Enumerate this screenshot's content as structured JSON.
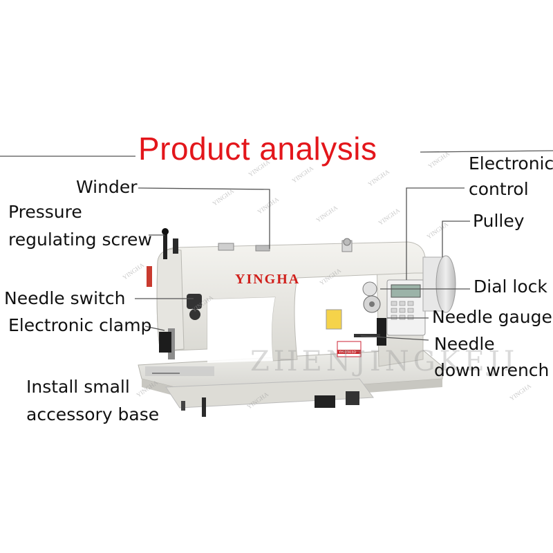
{
  "title": "Product analysis",
  "brand": "YINGHA",
  "model_plate": "YH-0303D",
  "watermark_large": "ZHENJINGKEJI",
  "watermark_small": "YINGHA",
  "labels": {
    "winder": "Winder",
    "pressure_1": "Pressure",
    "pressure_2": "regulating screw",
    "needle_switch": "Needle switch",
    "electronic_clamp": "Electronic clamp",
    "install_1": "Install small",
    "install_2": "accessory base",
    "electronic_1": "Electronic",
    "electronic_2": "control",
    "pulley": "Pulley",
    "dial_lock": "Dial lock",
    "needle_gauge": "Needle gauge",
    "needle_down_1": "Needle",
    "needle_down_2": "down wrench"
  },
  "colors": {
    "title": "#e3161b",
    "machine_body": "#ecebe6",
    "brand_text": "#d0201c",
    "leader_line": "#555555"
  }
}
